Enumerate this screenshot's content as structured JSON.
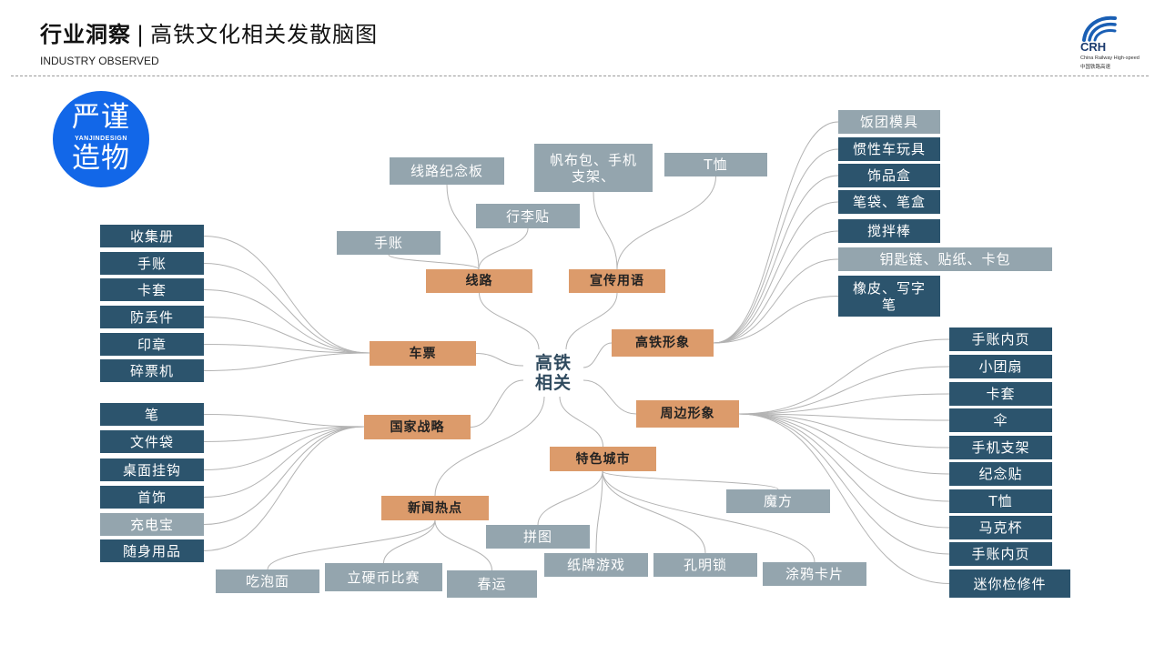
{
  "header": {
    "title_bold": "行业洞察",
    "separator": "|",
    "title_rest": "高铁文化相关发散脑图",
    "subtitle": "INDUSTRY OBSERVED"
  },
  "logo": {
    "text": "CRH",
    "en": "China Railway High-speed",
    "cn": "中国铁路高速"
  },
  "badge": {
    "line1": "严谨",
    "middle": "YANJINDESIGN",
    "line2": "造物"
  },
  "colors": {
    "dark_node": "#2c546d",
    "grey_node": "#94a5ae",
    "category_node": "#dc9b6b",
    "center_text": "#2f4a5e",
    "badge": "#1267e8",
    "connector": "#b3b3b3"
  },
  "mindmap": {
    "center": "高铁\n相关",
    "categories": {
      "route": "线路",
      "slogan": "宣传用语",
      "image": "高铁形象",
      "merch": "周边形象",
      "city": "特色城市",
      "news": "新闻热点",
      "strategy": "国家战略",
      "ticket": "车票"
    },
    "route_items": [
      "线路纪念板",
      "行李贴",
      "手账"
    ],
    "slogan_items": [
      "帆布包、手机\n支架、",
      "T恤"
    ],
    "image_items": [
      "饭团模具",
      "惯性车玩具",
      "饰品盒",
      "笔袋、笔盒",
      "搅拌棒",
      "钥匙链、贴纸、卡包",
      "橡皮、写字\n笔"
    ],
    "merch_items": [
      "手账内页",
      "小团扇",
      "卡套",
      "伞",
      "手机支架",
      "纪念贴",
      "T恤",
      "马克杯",
      "手账内页",
      "迷你检修件"
    ],
    "city_items": [
      "魔方",
      "拼图",
      "纸牌游戏",
      "孔明锁",
      "涂鸦卡片"
    ],
    "news_items": [
      "吃泡面",
      "立硬币比赛",
      "春运"
    ],
    "strategy_items": [
      "笔",
      "文件袋",
      "桌面挂钩",
      "首饰",
      "充电宝",
      "随身用品"
    ],
    "ticket_items": [
      "收集册",
      "手账",
      "卡套",
      "防丢件",
      "印章",
      "碎票机"
    ]
  }
}
